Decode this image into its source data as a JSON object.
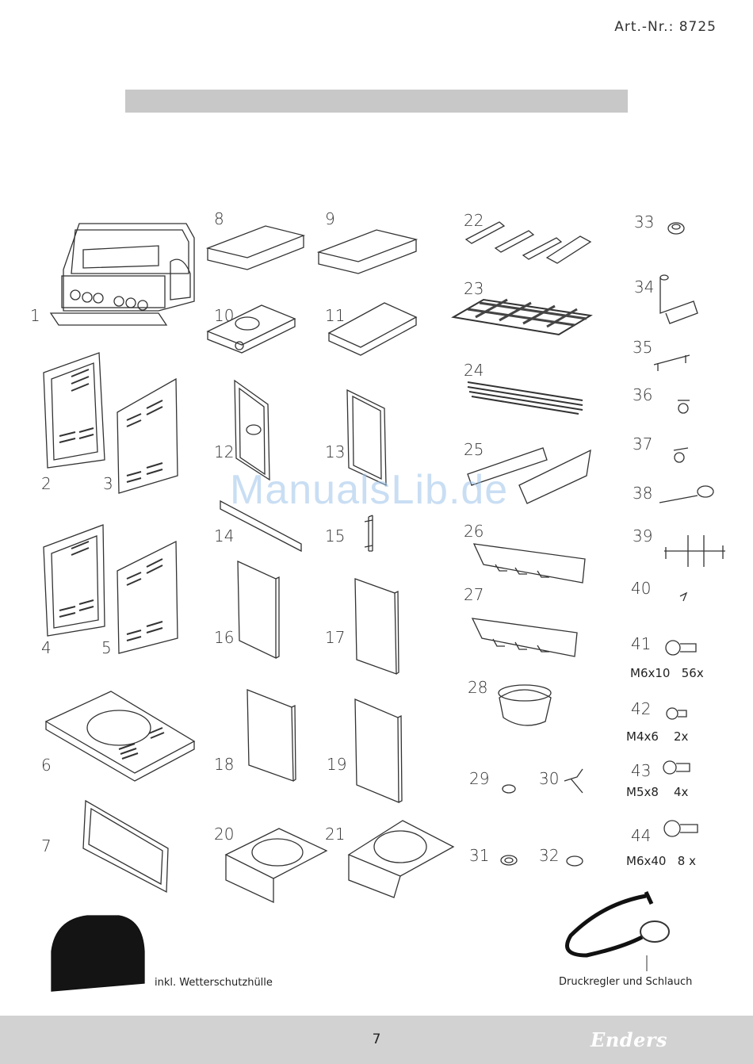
{
  "header": {
    "article_number": "Art.-Nr.: 8725"
  },
  "parts": [
    {
      "num": "1"
    },
    {
      "num": "2"
    },
    {
      "num": "3"
    },
    {
      "num": "4"
    },
    {
      "num": "5"
    },
    {
      "num": "6"
    },
    {
      "num": "7"
    },
    {
      "num": "8"
    },
    {
      "num": "9"
    },
    {
      "num": "10"
    },
    {
      "num": "11"
    },
    {
      "num": "12"
    },
    {
      "num": "13"
    },
    {
      "num": "14"
    },
    {
      "num": "15"
    },
    {
      "num": "16"
    },
    {
      "num": "17"
    },
    {
      "num": "18"
    },
    {
      "num": "19"
    },
    {
      "num": "20"
    },
    {
      "num": "21"
    },
    {
      "num": "22"
    },
    {
      "num": "23"
    },
    {
      "num": "24"
    },
    {
      "num": "25"
    },
    {
      "num": "26"
    },
    {
      "num": "27"
    },
    {
      "num": "28"
    },
    {
      "num": "29"
    },
    {
      "num": "30"
    },
    {
      "num": "31"
    },
    {
      "num": "32"
    },
    {
      "num": "33"
    },
    {
      "num": "34"
    },
    {
      "num": "35"
    },
    {
      "num": "36"
    },
    {
      "num": "37"
    },
    {
      "num": "38"
    },
    {
      "num": "39"
    },
    {
      "num": "40"
    },
    {
      "num": "41",
      "spec": "M6x10   56x"
    },
    {
      "num": "42",
      "spec": "M4x6    2x"
    },
    {
      "num": "43",
      "spec": "M5x8    4x"
    },
    {
      "num": "44",
      "spec": "M6x40   8 x"
    }
  ],
  "captions": {
    "cover": "inkl. Wetterschutzhülle",
    "regulator": "Druckregler und Schlauch"
  },
  "watermark": "ManualsLib.de",
  "footer": {
    "page_number": "7",
    "brand": "Enders"
  }
}
